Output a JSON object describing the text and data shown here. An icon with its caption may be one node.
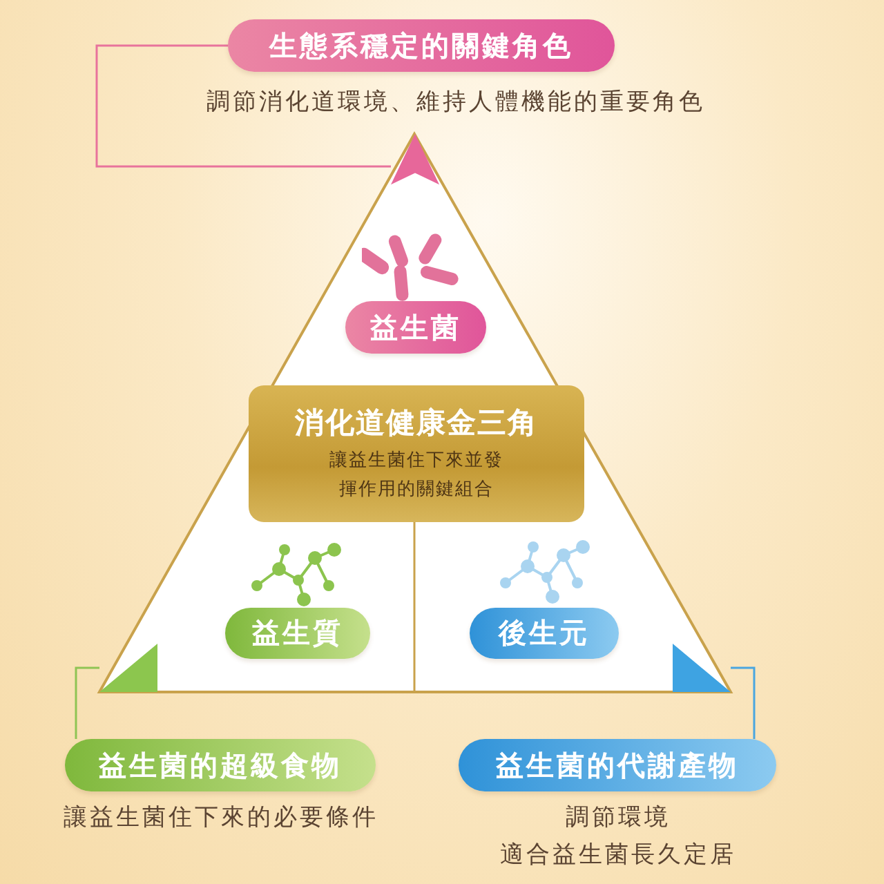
{
  "diagram": {
    "nodes": [
      {
        "text": [
          "生態系穩定的關鍵角色"
        ],
        "beside": [
          "調節消化道環境、維持人體機能的重要角色"
        ]
      },
      {
        "text": [],
        "shape": "triangle"
      },
      {
        "text": [
          "益生菌"
        ]
      },
      {
        "text": [
          "消化道健康金三角",
          "讓益生菌住下來並發揮作用的關鍵組合"
        ]
      },
      {
        "text": [
          "益生質"
        ]
      },
      {
        "text": [
          "後生元"
        ]
      },
      {
        "text": [],
        "shape": "triangle"
      },
      {
        "text": [],
        "shape": "triangle"
      },
      {
        "text": [
          "益生菌的超級食物"
        ],
        "beside": [
          "讓益生菌住下來的必要條件"
        ]
      },
      {
        "text": [
          "益生菌的代謝產物"
        ],
        "beside": [
          "調節環境",
          "適合益生菌長久定居"
        ]
      }
    ],
    "edges": [
      {
        "from": 0,
        "to": 1,
        "arrow": "none",
        "color": "#e8739c"
      },
      {
        "from": 6,
        "to": 8,
        "arrow": "none",
        "color": "#8fc454"
      },
      {
        "from": 7,
        "to": 9,
        "arrow": "none",
        "color": "#4aa6e0"
      }
    ]
  }
}
